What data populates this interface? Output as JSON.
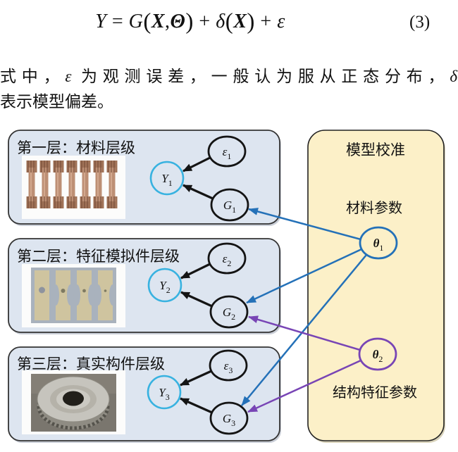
{
  "equation": {
    "tokens": [
      {
        "t": "Y",
        "s": "i"
      },
      {
        "t": " = ",
        "s": "r"
      },
      {
        "t": "G",
        "s": "i"
      },
      {
        "t": "(",
        "s": "p"
      },
      {
        "t": "X",
        "s": "bi"
      },
      {
        "t": ",",
        "s": "r"
      },
      {
        "t": "Θ",
        "s": "bi"
      },
      {
        "t": ")",
        "s": "p"
      },
      {
        "t": " + ",
        "s": "r"
      },
      {
        "t": "δ",
        "s": "i"
      },
      {
        "t": "(",
        "s": "p"
      },
      {
        "t": "X",
        "s": "bi"
      },
      {
        "t": ")",
        "s": "p"
      },
      {
        "t": " + ",
        "s": "r"
      },
      {
        "t": "ε",
        "s": "i"
      }
    ],
    "number": "(3)"
  },
  "paragraph": {
    "tokens1": [
      {
        "t": "式中，",
        "s": "r"
      },
      {
        "t": "ε",
        "s": "i"
      },
      {
        "t": " 为观测误差，一般认为服从正态分布，",
        "s": "r"
      },
      {
        "t": "δ",
        "s": "i"
      }
    ],
    "line2": "表示模型偏差。"
  },
  "diagram": {
    "levels": [
      {
        "title": "第一层：材料层级",
        "nodes": {
          "eps": {
            "sym": "ε",
            "sub": "1"
          },
          "y": {
            "sym": "Y",
            "sub": "1"
          },
          "g": {
            "sym": "G",
            "sub": "1"
          }
        }
      },
      {
        "title": "第二层：特征模拟件层级",
        "nodes": {
          "eps": {
            "sym": "ε",
            "sub": "2"
          },
          "y": {
            "sym": "Y",
            "sub": "2"
          },
          "g": {
            "sym": "G",
            "sub": "2"
          }
        }
      },
      {
        "title": "第三层：真实构件层级",
        "nodes": {
          "eps": {
            "sym": "ε",
            "sub": "3"
          },
          "y": {
            "sym": "Y",
            "sub": "3"
          },
          "g": {
            "sym": "G",
            "sub": "3"
          }
        }
      }
    ],
    "calibration": {
      "title": "模型校准",
      "material_label": "材料参数",
      "structural_label": "结构特征参数",
      "theta1": {
        "sym": "θ",
        "sub": "1"
      },
      "theta2": {
        "sym": "θ",
        "sub": "2"
      }
    },
    "colors": {
      "panel_blue": "#dde5f0",
      "panel_cream": "#fcf0c8",
      "y_stroke": "#38b2e0",
      "blue": "#2471b8",
      "purple": "#7845b5",
      "node": "#141414"
    }
  }
}
